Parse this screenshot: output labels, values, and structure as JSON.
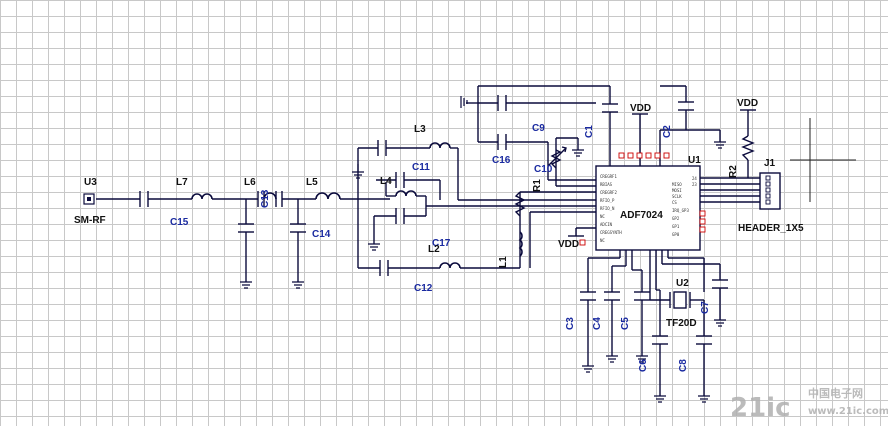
{
  "parts": {
    "U3": "U3",
    "SM_RF": "SM-RF",
    "L7": "L7",
    "C15": "C15",
    "L6": "L6",
    "C13": "C13",
    "L5": "L5",
    "C14": "C14",
    "L3": "L3",
    "L4": "L4",
    "C11": "C11",
    "C17": "C17",
    "L2": "L2",
    "C12": "C12",
    "L1": "L1",
    "R1": "R1",
    "C9": "C9",
    "C16": "C16",
    "C10": "C10",
    "C1": "C1",
    "C2": "C2",
    "U1": "U1",
    "ADF7024": "ADF7024",
    "R2": "R2",
    "J1": "J1",
    "HEADER_1X5": "HEADER_1X5",
    "U2": "U2",
    "TF20D": "TF20D",
    "C3": "C3",
    "C4": "C4",
    "C5": "C5",
    "C6": "C6",
    "C7": "C7",
    "C8": "C8"
  },
  "power": {
    "vdd": "VDD"
  },
  "watermark": {
    "logo": "21ic",
    "text": "中国电子网",
    "url": "www.21ic.com"
  }
}
